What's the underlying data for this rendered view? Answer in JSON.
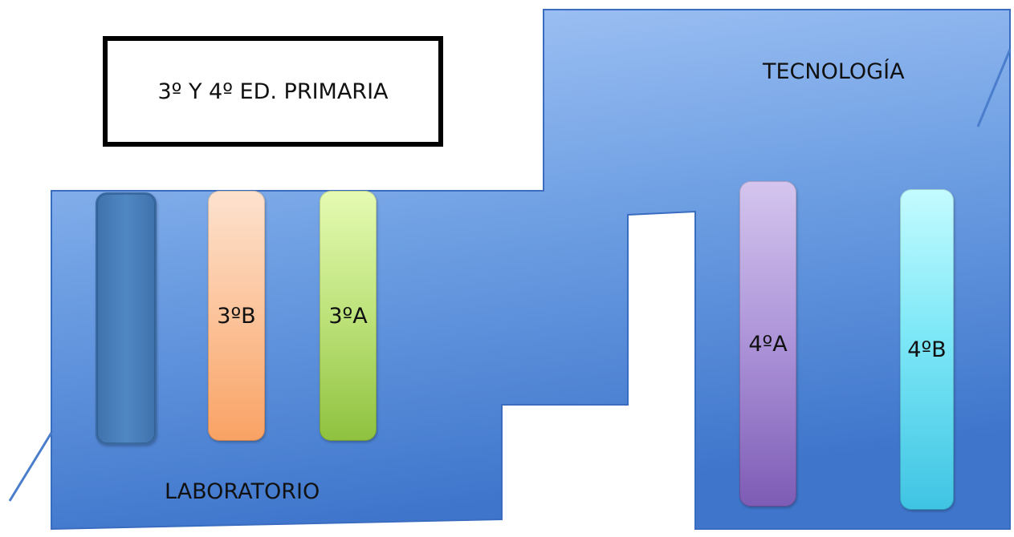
{
  "header": {
    "title": "3º Y 4º ED. PRIMARIA"
  },
  "areas": {
    "technology": "TECNOLOGÍA",
    "laboratory": "LABORATORIO"
  },
  "rooms": [
    {
      "id": "blank",
      "label": ""
    },
    {
      "id": "3b",
      "label": "3ºB"
    },
    {
      "id": "3a",
      "label": "3ºA"
    },
    {
      "id": "4a",
      "label": "4ºA"
    },
    {
      "id": "4b",
      "label": "4ºB"
    }
  ],
  "colors": {
    "building": "#6a9be0",
    "building_edge": "#3e73c4",
    "room_blank": "#4a80bd",
    "room_3b": "#fcc39a",
    "room_3a": "#bde27a",
    "room_4a": "#ac93d8",
    "room_4b": "#7ee8f7"
  }
}
